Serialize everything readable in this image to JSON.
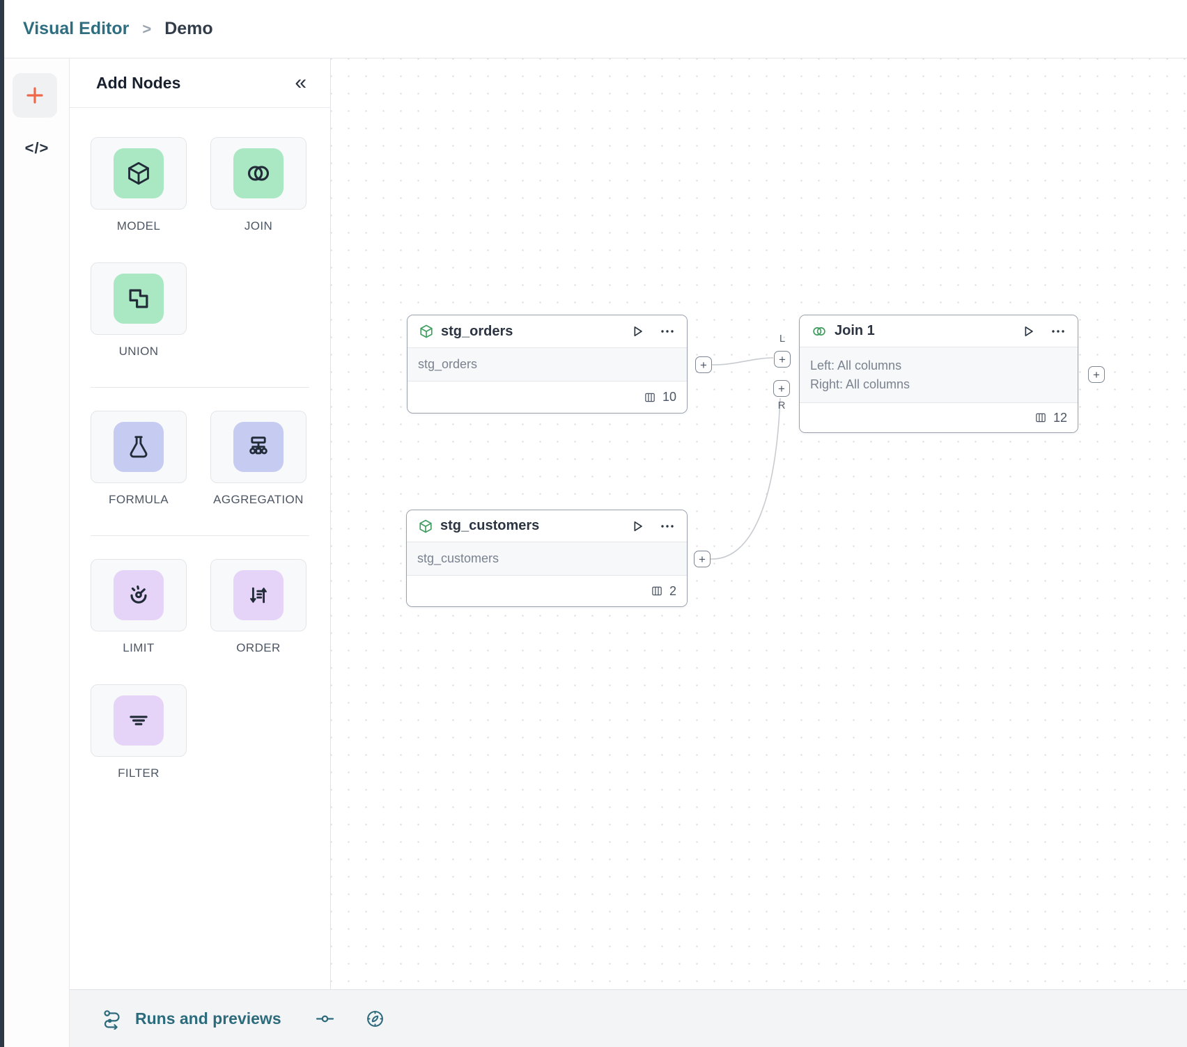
{
  "breadcrumb": {
    "app": "Visual Editor",
    "separator": ">",
    "page": "Demo"
  },
  "rail": {
    "code_button": "</>"
  },
  "palette": {
    "title": "Add Nodes",
    "collapse": "«",
    "items": [
      {
        "label": "MODEL",
        "icon": "cube-icon",
        "tint": "green"
      },
      {
        "label": "JOIN",
        "icon": "join-circles-icon",
        "tint": "green"
      },
      {
        "label": "UNION",
        "icon": "union-shapes-icon",
        "tint": "green"
      },
      {
        "label": "FORMULA",
        "icon": "flask-icon",
        "tint": "indigo"
      },
      {
        "label": "AGGREGATION",
        "icon": "hierarchy-icon",
        "tint": "indigo"
      },
      {
        "label": "LIMIT",
        "icon": "gauge-icon",
        "tint": "purple"
      },
      {
        "label": "ORDER",
        "icon": "sort-icon",
        "tint": "purple"
      },
      {
        "label": "FILTER",
        "icon": "filter-lines-icon",
        "tint": "purple"
      }
    ]
  },
  "canvas": {
    "nodes": [
      {
        "title": "stg_orders",
        "body": "stg_orders",
        "column_count": "10"
      },
      {
        "title": "Join 1",
        "body_left": "Left: All columns",
        "body_right": "Right: All columns",
        "column_count": "12"
      },
      {
        "title": "stg_customers",
        "body": "stg_customers",
        "column_count": "2"
      }
    ],
    "ports": {
      "plus": "+",
      "left_label": "L",
      "right_label": "R"
    }
  },
  "bottom_bar": {
    "runs_label": "Runs and previews"
  },
  "colors": {
    "accent_teal": "#2e6e80",
    "accent_orange": "#f0684a",
    "node_green": "#3f9e5f",
    "tint_green": "#a9e8c3",
    "tint_indigo": "#c5cbf1",
    "tint_purple": "#e6d4f8"
  }
}
